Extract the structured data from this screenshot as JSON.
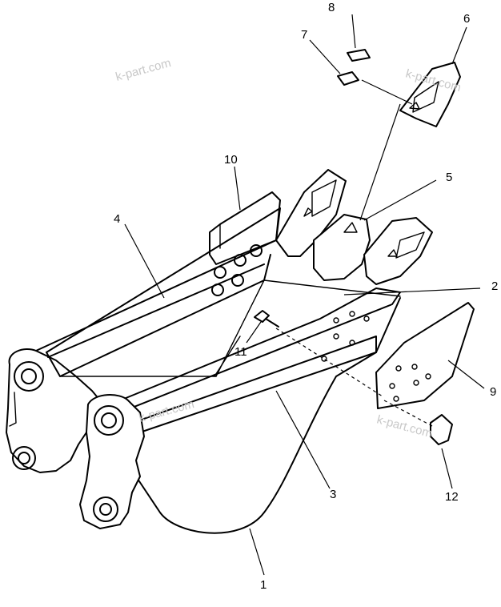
{
  "labels": {
    "p1": "1",
    "p2": "2",
    "p3": "3",
    "p4": "4",
    "p5": "5",
    "p6": "6",
    "p7": "7",
    "p8": "8",
    "p9": "9",
    "p10": "10",
    "p11": "11",
    "p12": "12"
  },
  "watermarks": {
    "w1": "k-part.com",
    "w2": "k-part.com",
    "w3": "k-part.com",
    "w4": "k-part.com"
  }
}
